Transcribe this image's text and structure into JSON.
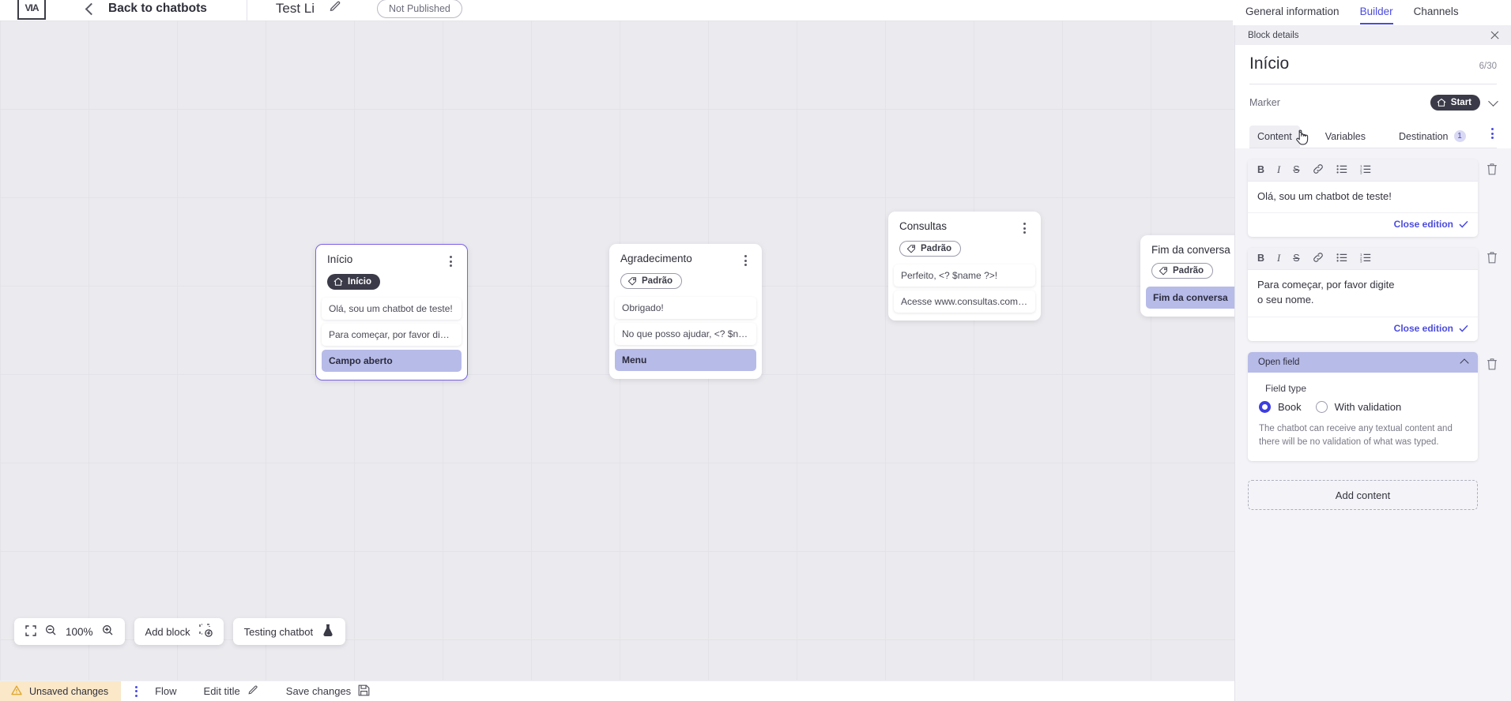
{
  "topbar": {
    "logo_name": "via-logo",
    "back_label": "Back to chatbots",
    "bot_title": "Test Li",
    "edit_icon": "pencil-icon",
    "publish_status": "Not Published"
  },
  "top_tabs": [
    {
      "label": "General information",
      "active": false
    },
    {
      "label": "Builder",
      "active": true
    },
    {
      "label": "Channels",
      "active": false
    }
  ],
  "canvas": {
    "nodes": [
      {
        "title": "Início",
        "badge": "Início",
        "badge_icon": "home-icon",
        "badge_style": "start",
        "selected": true,
        "messages": [
          {
            "text": "Olá, sou um chatbot de teste!",
            "highlighted": false
          },
          {
            "text": "Para começar, por favor digite o ...",
            "highlighted": false
          },
          {
            "text": "Campo aberto",
            "highlighted": true
          }
        ]
      },
      {
        "title": "Agradecimento",
        "badge": "Padrão",
        "badge_icon": "tag-icon",
        "badge_style": "default",
        "selected": false,
        "messages": [
          {
            "text": "Obrigado!",
            "highlighted": false
          },
          {
            "text": "No que posso ajudar, <? $name ...",
            "highlighted": false
          },
          {
            "text": "Menu",
            "highlighted": true
          }
        ]
      },
      {
        "title": "Consultas",
        "badge": "Padrão",
        "badge_icon": "tag-icon",
        "badge_style": "default",
        "selected": false,
        "messages": [
          {
            "text": "Perfeito, <? $name ?>!",
            "highlighted": false
          },
          {
            "text": "Acesse www.consultas.com par...",
            "highlighted": false
          }
        ]
      },
      {
        "title": "Fim da conversa",
        "badge": "Padrão",
        "badge_icon": "tag-icon",
        "badge_style": "default",
        "selected": false,
        "messages": [
          {
            "text": "Fim da conversa",
            "highlighted": true
          }
        ]
      }
    ]
  },
  "toolbar": {
    "fullscreen_icon": "fullscreen-icon",
    "zoom_out_icon": "zoom-out-icon",
    "zoom_level": "100%",
    "zoom_in_icon": "zoom-in-icon",
    "add_block_label": "Add block",
    "add_block_icon": "add-block-icon",
    "testing_label": "Testing chatbot",
    "testing_icon": "flask-icon"
  },
  "statusbar": {
    "unsaved_label": "Unsaved changes",
    "warning_icon": "warning-triangle-icon",
    "flow_label": "Flow",
    "edit_title_label": "Edit title",
    "edit_title_icon": "pencil-icon",
    "save_label": "Save changes",
    "save_icon": "save-disk-icon"
  },
  "panel": {
    "header_title": "Block details",
    "close_icon": "close-icon",
    "block_title": "Início",
    "char_count": "6/30",
    "marker_label": "Marker",
    "marker_value": "Start",
    "marker_icon": "home-icon",
    "tabs": [
      {
        "label": "Content",
        "active": true,
        "badge": null
      },
      {
        "label": "Variables",
        "active": false,
        "badge": null
      },
      {
        "label": "Destination",
        "active": false,
        "badge": "1"
      }
    ],
    "tab_kebab_icon": "more-vertical-icon",
    "editor_tools": [
      "B",
      "I",
      "S",
      "link-icon",
      "bullet-list-icon",
      "numbered-list-icon"
    ],
    "close_edition_label": "Close edition",
    "editors": [
      {
        "text": "Olá, sou um chatbot de teste!"
      },
      {
        "text": "Para começar, por favor digite o seu nome."
      }
    ],
    "open_field": {
      "header": "Open field",
      "field_type_label": "Field type",
      "options": [
        {
          "label": "Book",
          "selected": true
        },
        {
          "label": "With validation",
          "selected": false
        }
      ],
      "description": "The chatbot can receive any textual content and there will be no validation of what was typed."
    },
    "add_content_label": "Add content"
  },
  "colors": {
    "accent": "#4b4be0",
    "node_highlight": "#b7bbe8",
    "unsaved_bg": "#fae8c8",
    "canvas_bg": "#ebebef"
  }
}
